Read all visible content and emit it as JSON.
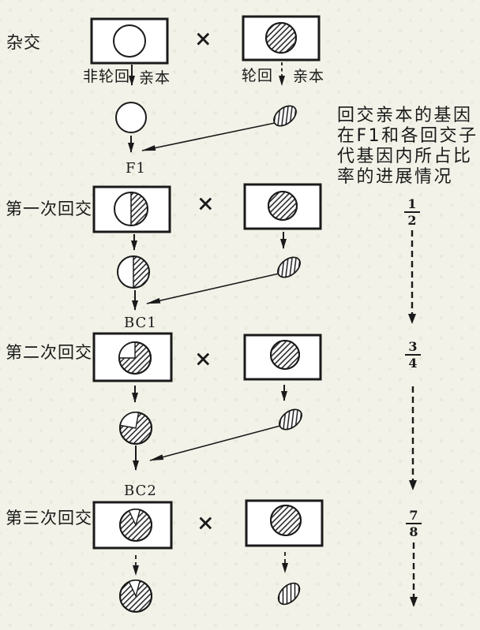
{
  "stage_labels": {
    "hybridization": "杂交",
    "backcross1": "第一次回交",
    "backcross2": "第二次回交",
    "backcross3": "第三次回交"
  },
  "parent_labels": {
    "non_recurrent": "非轮回",
    "recurrent": "轮回",
    "parent": "亲本"
  },
  "generation_labels": {
    "f1": "F1",
    "bc1": "BC1",
    "bc2": "BC2"
  },
  "cross_symbol": "×",
  "side_note": {
    "line1": "回交亲本的基因",
    "line2": "在F1和各回交子",
    "line3": "代基因内所占比",
    "line4": "率的进展情况"
  },
  "progress_fractions": [
    {
      "numerator": "1",
      "denominator": "2"
    },
    {
      "numerator": "3",
      "denominator": "4"
    },
    {
      "numerator": "7",
      "denominator": "8"
    }
  ],
  "colors": {
    "background": "#f2f2e8",
    "ink": "#1a1a1a",
    "box_fill": "#ffffff"
  }
}
